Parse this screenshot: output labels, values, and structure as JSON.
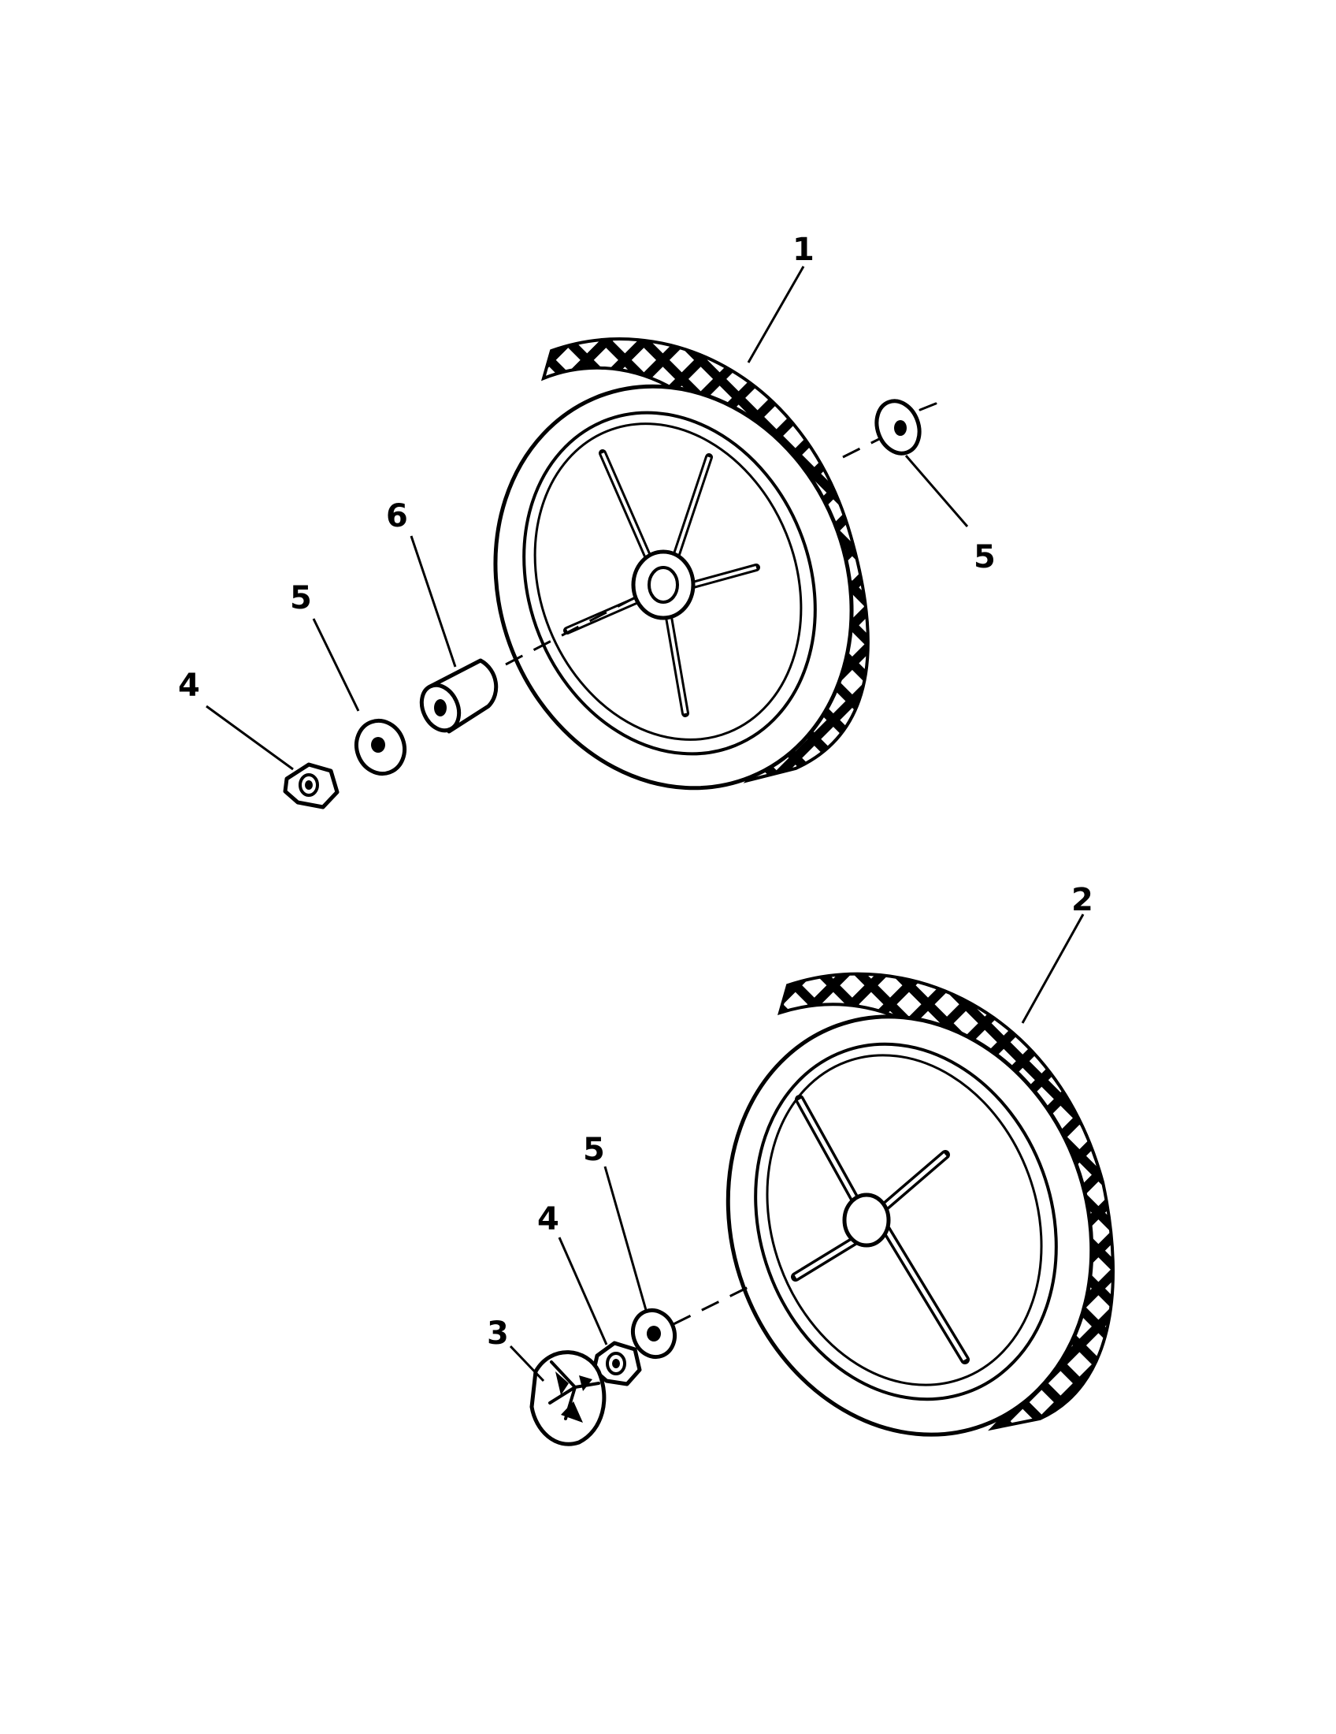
{
  "diagram": {
    "parts": [
      {
        "id": "wheel-upper",
        "callout": "1"
      },
      {
        "id": "wheel-lower",
        "callout": "2"
      },
      {
        "id": "hub-cap",
        "callout": "3"
      },
      {
        "id": "hex-nut-upper",
        "callout": "4"
      },
      {
        "id": "hex-nut-lower",
        "callout": "4"
      },
      {
        "id": "washer-upper-right",
        "callout": "5"
      },
      {
        "id": "washer-upper-left",
        "callout": "5"
      },
      {
        "id": "washer-lower",
        "callout": "5"
      },
      {
        "id": "spacer-bushing",
        "callout": "6"
      }
    ]
  }
}
